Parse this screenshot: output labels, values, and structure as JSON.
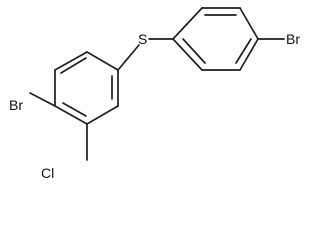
{
  "molecule": {
    "atoms": {
      "sulfur": "S",
      "bromine_right": "Br",
      "bromine_left": "Br",
      "chlorine": "Cl"
    },
    "colors": {
      "bond": "#1f1f1f",
      "label": "#111111",
      "background": "#ffffff"
    }
  }
}
